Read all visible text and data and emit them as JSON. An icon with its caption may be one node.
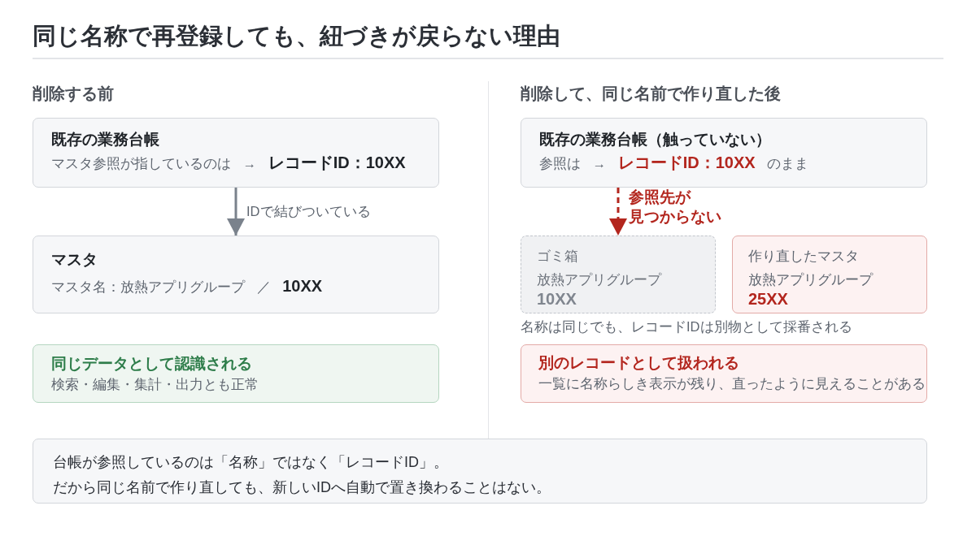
{
  "diagram": {
    "title": "同じ名称で再登録しても、紐づきが戻らない理由",
    "nodes": [
      {
        "text": [
          "既存の業務台帳",
          "マスタ参照が指しているのは → **レコードID：10XX**"
        ]
      },
      {
        "text": [
          "マスタ",
          "マスタ名：放熱アプリグループ ／ **10XX**"
        ]
      },
      {
        "text": [
          "同じデータとして認識される",
          "検索・編集・集計・出力とも正常"
        ]
      },
      {
        "text": [
          "既存の業務台帳（触っていない）",
          "参照は → **レコードID：10XX** のまま"
        ]
      },
      {
        "text": [
          "ゴミ箱",
          "放熱アプリグループ",
          "10XX"
        ]
      },
      {
        "text": [
          "作り直したマスタ",
          "放熱アプリグループ",
          "25XX"
        ]
      },
      {
        "text": [
          "別のレコードとして扱われる",
          "一覧に名称らしき表示が残り、直ったように見えることがある"
        ]
      },
      {
        "text": [
          "台帳が参照しているのは「名称」ではなく「レコードID」。",
          "だから同じ名前で作り直しても、新しいIDへ自動で置き換わることはない。"
        ]
      }
    ],
    "edges": [
      {
        "from": 0,
        "to": 1,
        "arrow": "to",
        "label": "IDで結びついている"
      },
      {
        "from": 3,
        "to": 4,
        "arrow": "to",
        "label": "参照先が見つからない",
        "style": "dashed",
        "color": "#b3261e"
      }
    ],
    "labels": [
      "削除する前",
      "削除して、同じ名前で作り直した後",
      "名称は同じでも、レコードIDは別物として採番される"
    ]
  }
}
